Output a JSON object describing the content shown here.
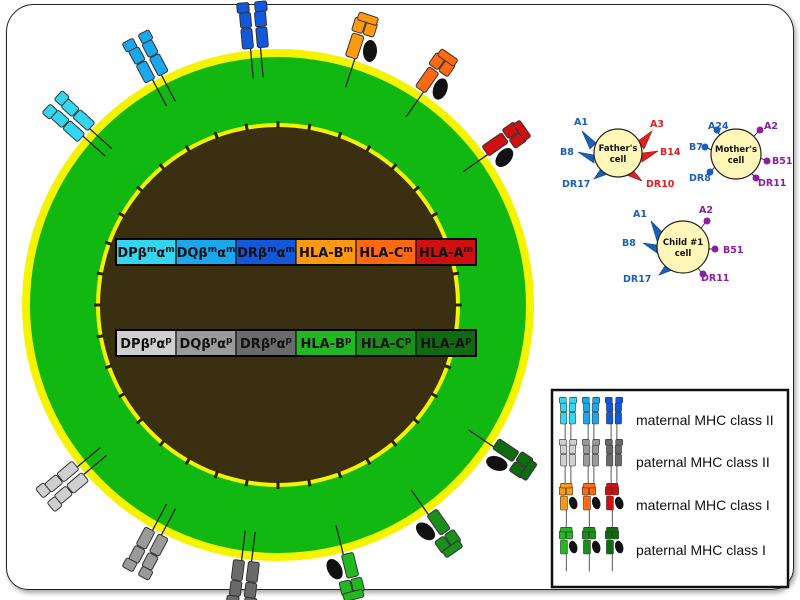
{
  "colors": {
    "dp_m": "#33d6f0",
    "dq_m": "#1aa7ec",
    "dr_m": "#1358d8",
    "b_m": "#ff9a10",
    "c_m": "#ff6a10",
    "a_m": "#d01010",
    "dp_p": "#cfcfcf",
    "dq_p": "#9a9a9a",
    "dr_p": "#6a6a6a",
    "b_p": "#22b822",
    "c_p": "#1a8f1a",
    "a_p": "#106a10",
    "membrane": "#11b811",
    "outer_ring": "#f4f400",
    "nucleus": "#3a2f10",
    "father_allele": "#e02020",
    "shared_allele": "#1c5fb8",
    "mother_allele": "#8a1fa0"
  },
  "maternal_bar": [
    {
      "id": "dp",
      "base": "DPβ",
      "sup1": "m",
      "mid": "α",
      "sup2": "m",
      "color": "#33d6f0"
    },
    {
      "id": "dq",
      "base": "DQβ",
      "sup1": "m",
      "mid": "α",
      "sup2": "m",
      "color": "#1aa7ec"
    },
    {
      "id": "dr",
      "base": "DRβ",
      "sup1": "m",
      "mid": "α",
      "sup2": "m",
      "color": "#1358d8"
    },
    {
      "id": "b",
      "base": "HLA-B",
      "sup1": "m",
      "mid": "",
      "sup2": "",
      "color": "#ff9a10"
    },
    {
      "id": "c",
      "base": "HLA-C",
      "sup1": "m",
      "mid": "",
      "sup2": "",
      "color": "#ff6a10"
    },
    {
      "id": "a",
      "base": "HLA-A",
      "sup1": "m",
      "mid": "",
      "sup2": "",
      "color": "#d01010"
    }
  ],
  "paternal_bar": [
    {
      "id": "dp",
      "base": "DPβ",
      "sup1": "p",
      "mid": "α",
      "sup2": "p",
      "color": "#cfcfcf"
    },
    {
      "id": "dq",
      "base": "DQβ",
      "sup1": "p",
      "mid": "α",
      "sup2": "p",
      "color": "#9a9a9a"
    },
    {
      "id": "dr",
      "base": "DRβ",
      "sup1": "p",
      "mid": "α",
      "sup2": "p",
      "color": "#6a6a6a"
    },
    {
      "id": "b",
      "base": "HLA-B",
      "sup1": "p",
      "mid": "",
      "sup2": "",
      "color": "#22b822"
    },
    {
      "id": "c",
      "base": "HLA-C",
      "sup1": "p",
      "mid": "",
      "sup2": "",
      "color": "#1a8f1a"
    },
    {
      "id": "a",
      "base": "HLA-A",
      "sup1": "p",
      "mid": "",
      "sup2": "",
      "color": "#106a10"
    }
  ],
  "father_cell": {
    "name_line1": "Father's",
    "name_line2": "cell",
    "alleles": {
      "a1": "A1",
      "b8": "B8",
      "dr17": "DR17",
      "a3": "A3",
      "b14": "B14",
      "dr10": "DR10"
    }
  },
  "mother_cell": {
    "name_line1": "Mother's",
    "name_line2": "cell",
    "alleles": {
      "a24": "A24",
      "b7": "B7",
      "dr8": "DR8",
      "a2": "A2",
      "b51": "B51",
      "dr11": "DR11"
    }
  },
  "child_cell": {
    "name_line1": "Child #1",
    "name_line2": "cell",
    "alleles": {
      "a1": "A1",
      "b8": "B8",
      "dr17": "DR17",
      "a2": "A2",
      "b51": "B51",
      "dr11": "DR11"
    }
  },
  "legend": {
    "maternal_class2": "maternal MHC class II",
    "paternal_class2": "paternal MHC class II",
    "maternal_class1": "maternal MHC class I",
    "paternal_class1": "paternal MHC class I"
  }
}
